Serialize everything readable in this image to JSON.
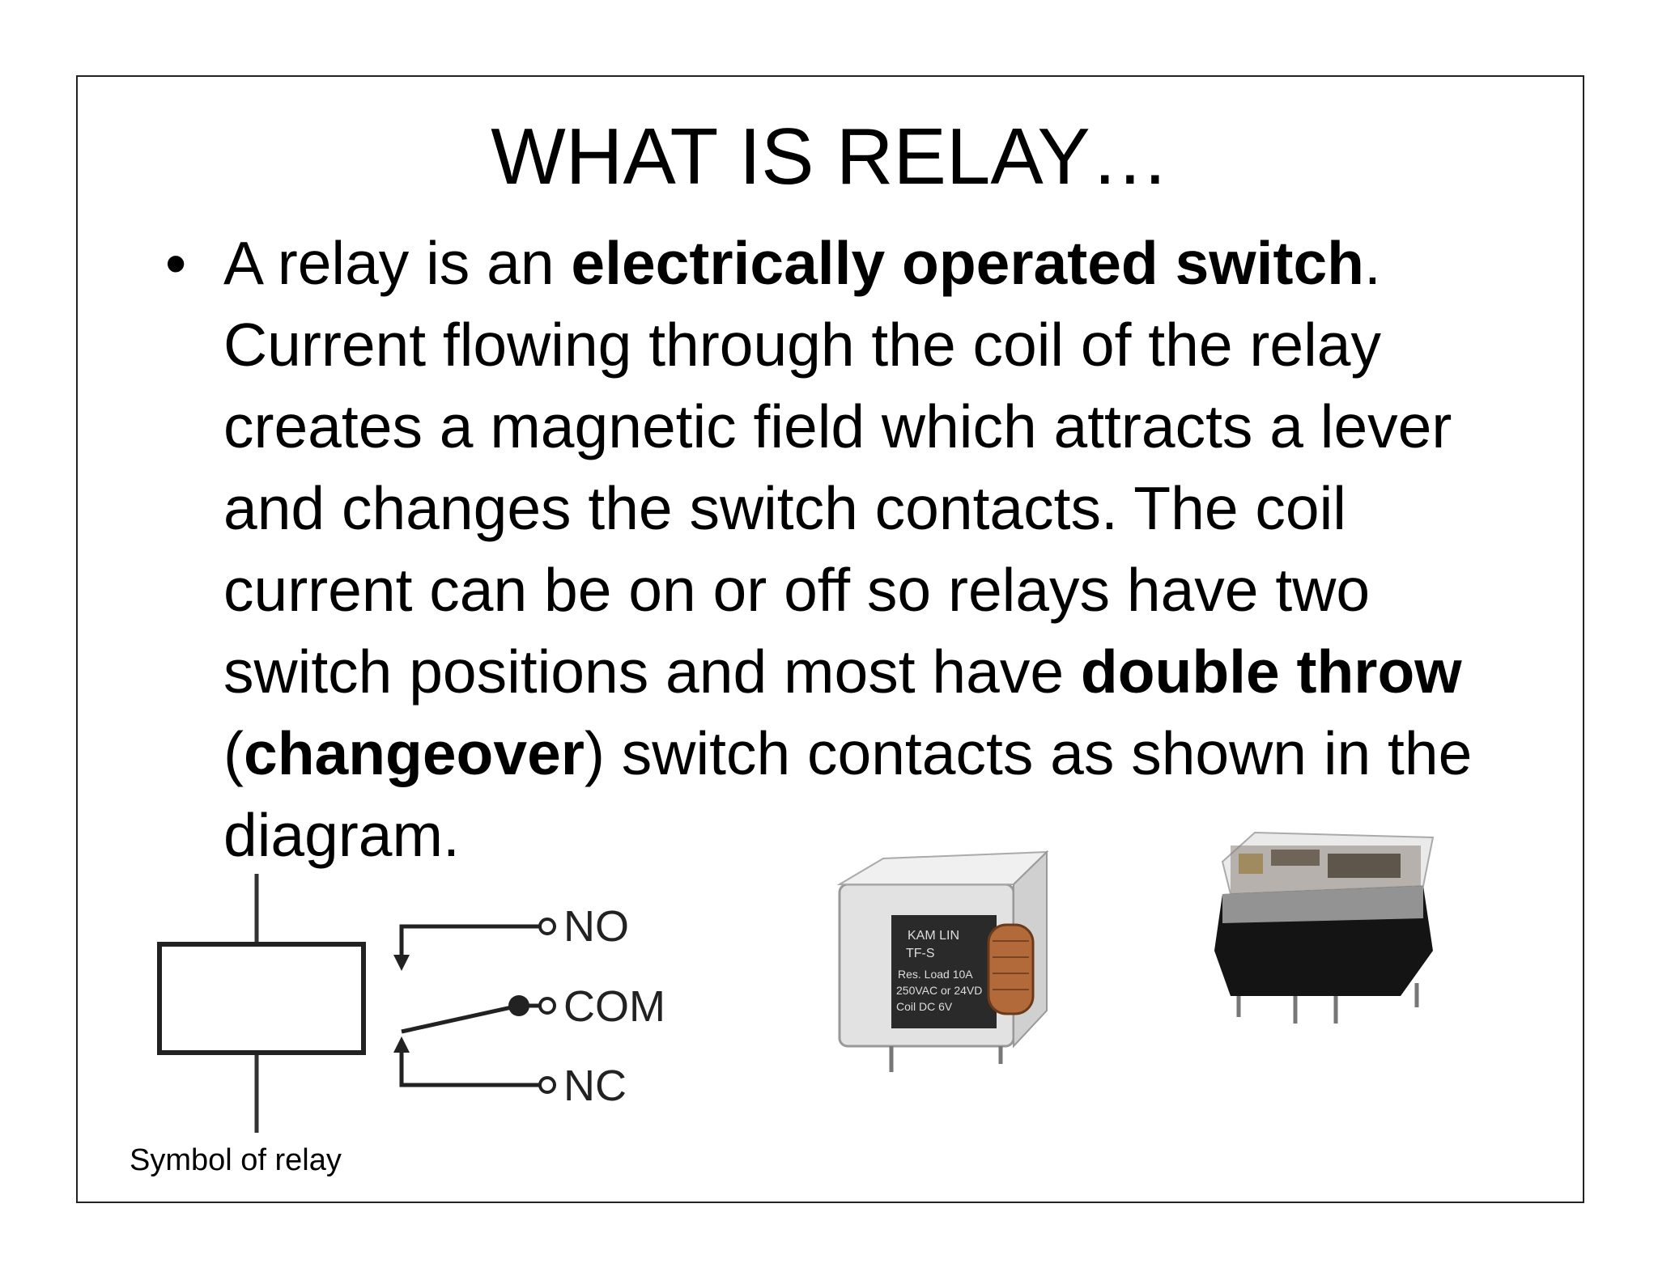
{
  "slide": {
    "title": "WHAT IS RELAY…",
    "bullet_symbol": "•",
    "paragraph": [
      {
        "text": "A relay is an ",
        "bold": false
      },
      {
        "text": "electrically operated switch",
        "bold": true
      },
      {
        "text": ". Current flowing through the coil of the relay creates a magnetic field which attracts a lever and changes the switch contacts. The coil current can be on or off so relays have two switch positions and most have ",
        "bold": false
      },
      {
        "text": "double throw",
        "bold": true
      },
      {
        "text": " (",
        "bold": false
      },
      {
        "text": "changeover",
        "bold": true
      },
      {
        "text": ") switch contacts as shown in the diagram.",
        "bold": false
      }
    ],
    "symbol": {
      "labels": {
        "no": "NO",
        "com": "COM",
        "nc": "NC"
      },
      "caption": "Symbol of relay"
    },
    "photos": {
      "relay1_marking": [
        "KAM LIN",
        "TF-S",
        "Res. Load 10A",
        "250VAC or 24VD",
        "Coil DC 6V"
      ]
    }
  }
}
